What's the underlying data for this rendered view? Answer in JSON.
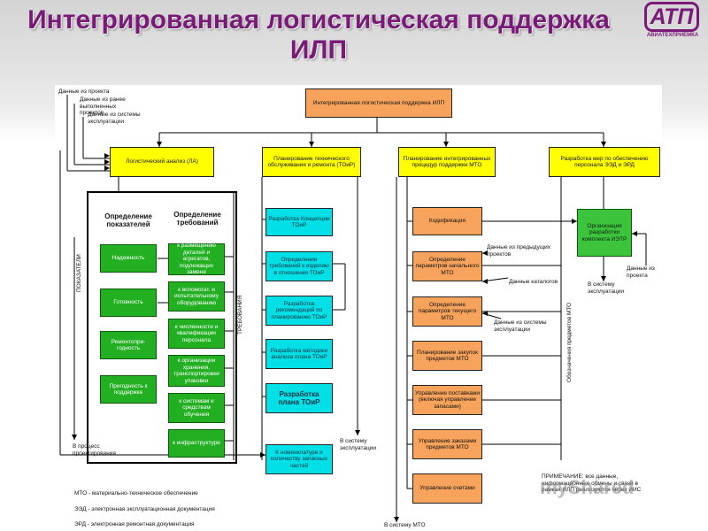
{
  "header": {
    "title_line1": "Интегрированная логистическая поддержка",
    "title_line2": "ИЛП"
  },
  "logo": {
    "emblem": "АТП",
    "subtitle": "АВИАТЕХПРИЕМКА"
  },
  "diagram": {
    "top_box": "Интегрированная логистическая поддержка ИЛП",
    "inputs": {
      "project_data": "Данные из проекта",
      "previous_projects": "Данные из ранее выполненных проектов",
      "operation_systems": "Данные из системы эксплуатации"
    },
    "level2": {
      "logistic_analysis": "Логистический анализ (ЛА)",
      "maintenance_planning": "Планирование технического обслуживания и ремонта (ТОиР)",
      "integrated_procedures": "Планирование интегрированных процедур поддержки МТО",
      "personnel_measures": "Разработка мер по обеспечению персонала ЭЭД и ЭРД"
    },
    "la_section": {
      "indicators_header": "Определение показателей",
      "requirements_header": "Определение требований",
      "indicators_side": "ПОКАЗАТЕЛИ",
      "requirements_side": "ТРЕБОВАНИЯ",
      "indicators": [
        "Надежность",
        "Готовность",
        "Ремонтопри-годность",
        "Пригодность к поддержке"
      ],
      "requirements": [
        "к размещению деталей и агрегатов, подлежащих замене",
        "к вспомогат. и испытательному оборудованию",
        "к численности и квалификации персонала",
        "к организации хранения, транспортировки упаковки",
        "к системам и средствам обучения",
        "к инфраструктуре"
      ],
      "design_process": "В процесс проектирования"
    },
    "toir_section": {
      "items": [
        "Разработка Концепции ТОиР",
        "Определение требований к изделию в отношении ТОиР",
        "Разработка рекомендаций по планированию ТОиР",
        "Разработка методики анализа плана ТОиР",
        "Разработка плана ТОиР",
        "К номенклатуре и количеству запасных частей"
      ],
      "to_operation": "В систему эксплуатации"
    },
    "mto_section": {
      "items": [
        "Кодификация",
        "Определение параметров начального МТО",
        "Определение параметров текущего МТО",
        "Планирование закупок предметов МТО",
        "Управление поставками (включая управление запасами)",
        "Управление заказами предметов МТО",
        "Управление счетами"
      ],
      "previous_supply_data": "Данные из предыдущих проектов",
      "catalog_data": "Данные каталогов",
      "operation_data": "Данные из системы эксплуатации",
      "to_mto": "В систему МТО",
      "mto_exchange": "Обозначения предметов МТО"
    },
    "personnel_section": {
      "ietr_box": "Организация разработки комплекта ИЭТР",
      "to_operation": "В систему эксплуатации",
      "project_data": "Данные из проекта"
    },
    "note": "ПРИМЕЧАНИЕ: все данные, информационные обмены и связи в рамках ИЛП реализуются через ИИС"
  },
  "legend": [
    "МТО - материально-техническое обеспечение",
    "ЭЭД - электронная эксплуатационная документация",
    "ЭРД - электронная ремонтная документация"
  ],
  "watermark": "myShared",
  "colors": {
    "title": "#7a1a78",
    "yellow": "#ffff00",
    "orange": "#f7a35c",
    "green": "#22b022",
    "cyan": "#00e0e6"
  }
}
